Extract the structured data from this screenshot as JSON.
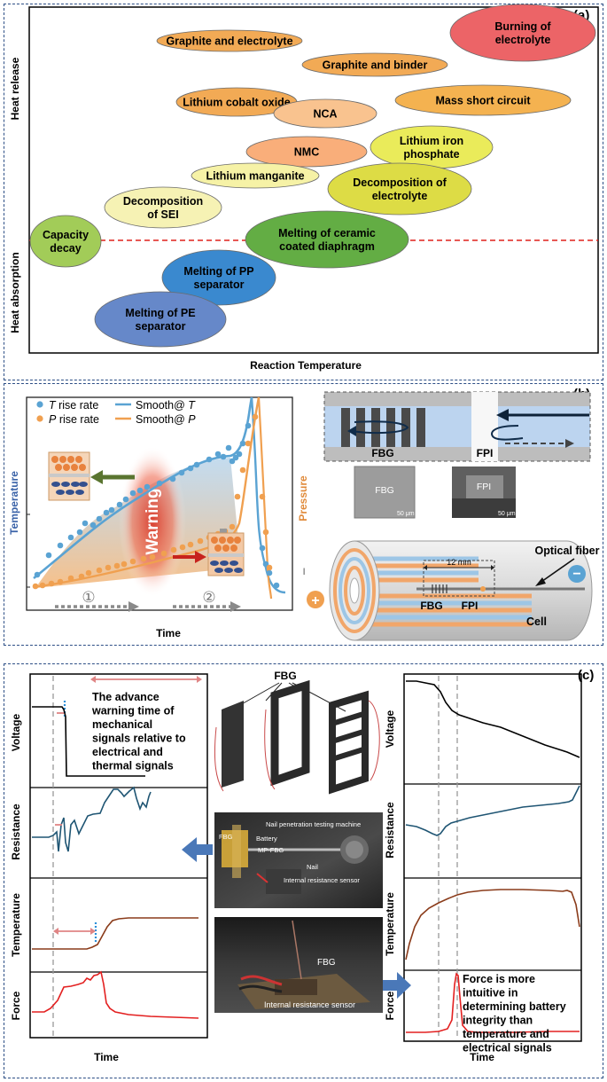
{
  "panel_a": {
    "tag": "(a)",
    "y_axis_top": "Heat release",
    "y_axis_bottom": "Heat absorption",
    "x_axis": "Reaction Temperature",
    "ellipses": [
      {
        "lines": [
          "Graphite and electrolyte"
        ],
        "color": "#f2aa55"
      },
      {
        "lines": [
          "Burning of",
          "electrolyte"
        ],
        "color": "#ec6467"
      },
      {
        "lines": [
          "Graphite and binder"
        ],
        "color": "#f2aa55"
      },
      {
        "lines": [
          "Lithium cobalt oxide"
        ],
        "color": "#f2aa55"
      },
      {
        "lines": [
          "Mass short circuit"
        ],
        "color": "#f4b250"
      },
      {
        "lines": [
          "NCA"
        ],
        "color": "#f9c38f"
      },
      {
        "lines": [
          "NMC"
        ],
        "color": "#f9ae7a"
      },
      {
        "lines": [
          "Lithium iron",
          "phosphate"
        ],
        "color": "#eaeb5a"
      },
      {
        "lines": [
          "Lithium manganite"
        ],
        "color": "#f6f2a6"
      },
      {
        "lines": [
          "Decomposition",
          "of SEI"
        ],
        "color": "#f6f2b4"
      },
      {
        "lines": [
          "Decomposition of",
          "electrolyte"
        ],
        "color": "#dddc45"
      },
      {
        "lines": [
          "Capacity",
          "decay"
        ],
        "color": "#a2cc58"
      },
      {
        "lines": [
          "Melting of ceramic",
          "coated diaphragm"
        ],
        "color": "#63ad44"
      },
      {
        "lines": [
          "Melting of PP",
          "separator"
        ],
        "color": "#3a89cf"
      },
      {
        "lines": [
          "Melting of PE",
          "separator"
        ],
        "color": "#6688c9"
      }
    ]
  },
  "panel_b": {
    "tag": "(b)",
    "legend": {
      "t_rise": [
        "T",
        " rise rate"
      ],
      "p_rise": [
        "P",
        " rise rate"
      ],
      "smooth_t": [
        "Smooth@ ",
        "T"
      ],
      "smooth_p": [
        "Smooth@ ",
        "P"
      ]
    },
    "y_left": "Temperature",
    "y_right": "Pressure",
    "x_label": "Time",
    "warning": "Warning",
    "stage1": "①",
    "stage2": "②",
    "fiber_top": {
      "fbg": "FBG",
      "fpi": "FPI"
    },
    "micro_fbg": {
      "label": "FBG",
      "scale": "50 μm"
    },
    "micro_fpi": {
      "label": "FPI",
      "scale": "50 μm"
    },
    "cell": {
      "length": "12 mm",
      "optical_fiber": "Optical fiber",
      "fbg": "FBG",
      "fpi": "FPI",
      "cell_label": "Cell",
      "plus": "+",
      "minus": "−"
    },
    "colors": {
      "temperature": "#5aa3d3",
      "pressure": "#f0a050"
    }
  },
  "panel_c": {
    "tag": "(c)",
    "left": {
      "rows": [
        "Voltage",
        "Resistance",
        "Temperature",
        "Force"
      ],
      "x_label": "Time",
      "note": [
        "The advance",
        "warning time of",
        "mechanical",
        "signals relative to",
        "electrical and",
        "thermal signals"
      ]
    },
    "right": {
      "rows": [
        "Voltage",
        "Resistance",
        "Temperature",
        "Force"
      ],
      "x_label": "Time",
      "note": [
        "Force is more",
        "intuitive in",
        "determining battery",
        "integrity than",
        "temperature and",
        "electrical signals"
      ]
    },
    "fbg_frame_label": "FBG",
    "photo1": {
      "nail_machine": "Nail penetration testing machine",
      "fbg": "FBG",
      "battery": "Battery",
      "mp_fbg": "MP-FBG",
      "nail": "Nail",
      "sensor": "Internal resistance sensor"
    },
    "photo2": {
      "fbg": "FBG",
      "sensor": "Internal resistance sensor"
    }
  }
}
